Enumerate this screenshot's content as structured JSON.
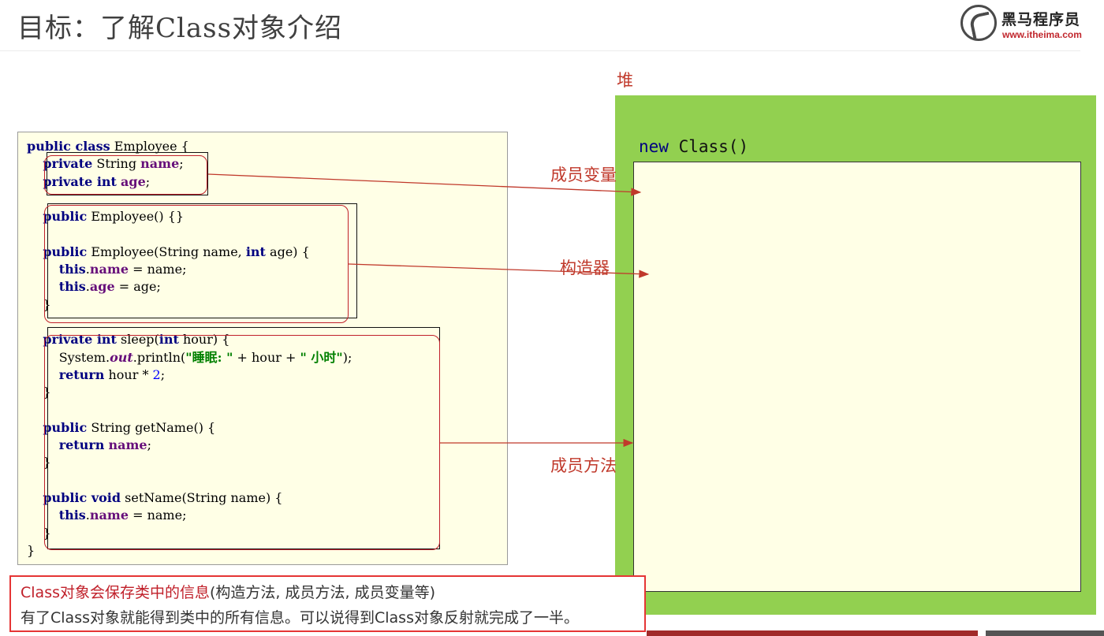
{
  "slide": {
    "title": "目标：了解Class对象介绍"
  },
  "logo": {
    "name": "黑马程序员",
    "url": "www.itheima.com"
  },
  "heap": {
    "label": "堆",
    "class_keyword": "new",
    "class_name": " Class()"
  },
  "annotations": {
    "fields": "成员变量",
    "constructors": "构造器",
    "methods": "成员方法"
  },
  "code": {
    "l1": [
      "public class",
      " Employee {"
    ],
    "l2": [
      "    ",
      "private",
      " String ",
      "name",
      ";"
    ],
    "l3": [
      "    ",
      "private int",
      " ",
      "age",
      ";"
    ],
    "l5": [
      "    ",
      "public",
      " Employee() {}"
    ],
    "l7": [
      "    ",
      "public",
      " Employee(String name, ",
      "int",
      " age) {"
    ],
    "l8": [
      "        ",
      "this",
      ".",
      "name",
      " = name;"
    ],
    "l9": [
      "        ",
      "this",
      ".",
      "age",
      " = age;"
    ],
    "l10": "    }",
    "l12": [
      "    ",
      "private int",
      " sleep(",
      "int",
      " hour) {"
    ],
    "l13": [
      "        System.",
      "out",
      ".println(",
      "\"睡眠: \"",
      " + hour + ",
      "\" 小时\"",
      ");"
    ],
    "l14": [
      "        ",
      "return",
      " hour * ",
      "2",
      ";"
    ],
    "l15": "    }",
    "l17": [
      "    ",
      "public",
      " String getName() {"
    ],
    "l18": [
      "        ",
      "return",
      " ",
      "name",
      ";"
    ],
    "l19": "    }",
    "l21": [
      "    ",
      "public void",
      " setName(String name) {"
    ],
    "l22": [
      "        ",
      "this",
      ".",
      "name",
      " = name;"
    ],
    "l23": "    }",
    "l24": "}"
  },
  "summary": {
    "line1_red": "Class对象会保存类中的信息",
    "line1_rest": "(构造方法, 成员方法, 成员变量等)",
    "line2": "有了Class对象就能得到类中的所有信息。可以说得到Class对象反射就完成了一半。"
  },
  "colors": {
    "heap_green": "#92d050",
    "panel_yellow": "#ffffe6",
    "annotation_red": "#c0392b",
    "keyword_navy": "#000080",
    "field_purple": "#660e7a",
    "string_green": "#008000"
  }
}
